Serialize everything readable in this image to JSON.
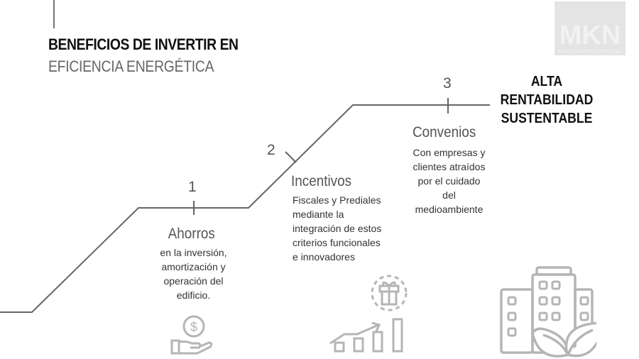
{
  "title": {
    "line1": "BENEFICIOS DE INVERTIR EN",
    "line2": "EFICIENCIA ENERGÉTICA"
  },
  "logo": {
    "text": "MKN",
    "subtext": "MKNCONSTRUCTOR.COM"
  },
  "steps": [
    {
      "number": "1",
      "heading": "Ahorros",
      "description": [
        "en la inversión,",
        "amortización y",
        "operación del",
        "edificio."
      ],
      "icon": "hand-coin-icon"
    },
    {
      "number": "2",
      "heading": "Incentivos",
      "description": [
        "Fiscales y Prediales",
        "mediante la",
        "integración de estos",
        "criterios funcionales",
        "e innovadores"
      ],
      "icon": "growth-gift-icon"
    },
    {
      "number": "3",
      "heading": "Convenios",
      "description": [
        "Con empresas y",
        "clientes atraídos",
        "por el cuidado",
        "del",
        "medioambiente"
      ],
      "icon": "building-leaf-icon"
    }
  ],
  "final": {
    "lines": [
      "ALTA",
      "RENTABILIDAD",
      "SUSTENTABLE"
    ]
  },
  "colors": {
    "line": "#666666",
    "icon": "#b5b5b5"
  }
}
